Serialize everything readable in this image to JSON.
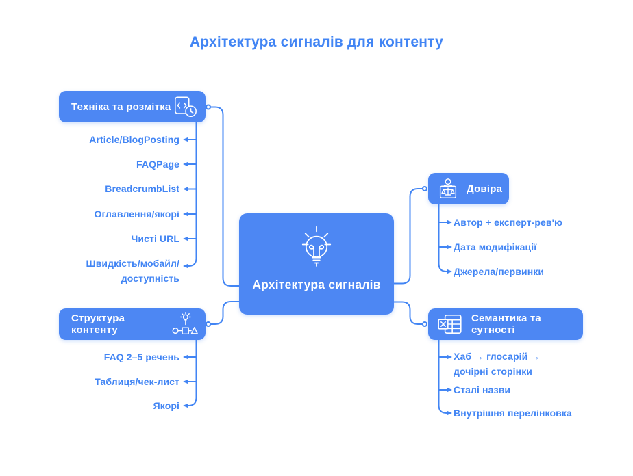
{
  "title": "Архітектура сигналів для контенту",
  "center": {
    "label": "Архітектура сигналів",
    "icon": "lightbulb-icon"
  },
  "branches": {
    "tech": {
      "label": "Техніка та розмітка",
      "icon": "code-document-clock-icon",
      "items": [
        "Article/BlogPosting",
        "FAQPage",
        "BreadcrumbList",
        "Оглавлення/якорі",
        "Чисті URL",
        "Швидкість/мобайл/\nдоступність"
      ]
    },
    "structure": {
      "label": "Структура контенту",
      "icon": "idea-shapes-icon",
      "items": [
        "FAQ 2–5 речень",
        "Таблиця/чек-лист",
        "Якорі"
      ]
    },
    "trust": {
      "label": "Довіра",
      "icon": "person-scales-icon",
      "items": [
        "Автор + експерт-рев'ю",
        "Дата модифікації",
        "Джерела/первинки"
      ]
    },
    "semantics": {
      "label": "Семантика та сутності",
      "icon": "spreadsheet-table-icon",
      "items": [
        "Хаб → глосарій →\nдочірні сторінки",
        "Сталі назви",
        "Внутрішня перелінковка"
      ]
    }
  },
  "colors": {
    "accent": "#4285F4",
    "node_fill": "#4D87F3",
    "text_on_node": "#FFFFFF",
    "background": "#FFFFFF"
  }
}
